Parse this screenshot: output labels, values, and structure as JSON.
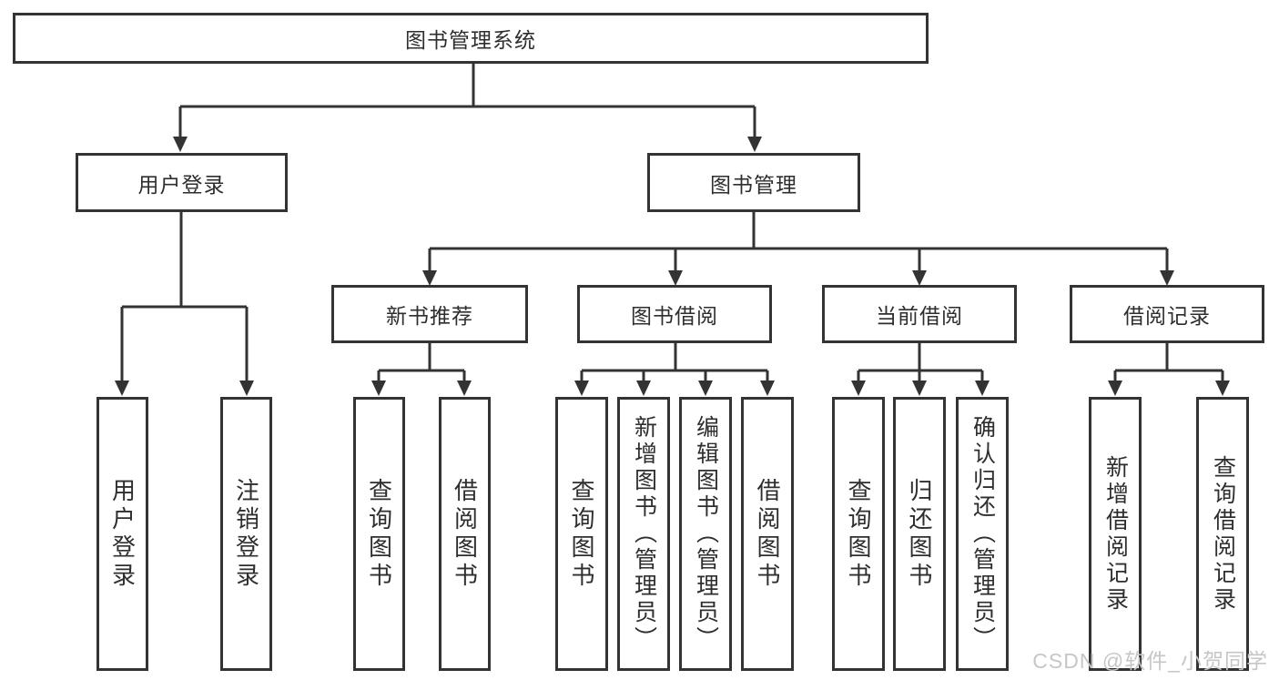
{
  "diagram": {
    "title": "图书管理系统",
    "root": {
      "label": "图书管理系统"
    },
    "level1": [
      {
        "label": "用户登录"
      },
      {
        "label": "图书管理"
      }
    ],
    "level2": [
      {
        "label": "新书推荐"
      },
      {
        "label": "图书借阅"
      },
      {
        "label": "当前借阅"
      },
      {
        "label": "借阅记录"
      }
    ],
    "login_children": [
      {
        "label": "用户登录"
      },
      {
        "label": "注销登录"
      }
    ],
    "recommend_children": [
      {
        "label": "查询图书"
      },
      {
        "label": "借阅图书"
      }
    ],
    "borrow_children": [
      {
        "label": "查询图书"
      },
      {
        "label": "新增图书（管理员）"
      },
      {
        "label": "编辑图书（管理员）"
      },
      {
        "label": "借阅图书"
      }
    ],
    "current_children": [
      {
        "label": "查询图书"
      },
      {
        "label": "归还图书"
      },
      {
        "label": "确认归还（管理员）"
      }
    ],
    "record_children": [
      {
        "label": "新增借阅记录"
      },
      {
        "label": "查询借阅记录"
      }
    ]
  },
  "colors": {
    "line": "#333333",
    "text": "#2e2e2e",
    "box_background": "#ffffff",
    "watermark": "#c6c6c6"
  },
  "watermark": {
    "text": "CSDN @软件_小贺同学"
  }
}
